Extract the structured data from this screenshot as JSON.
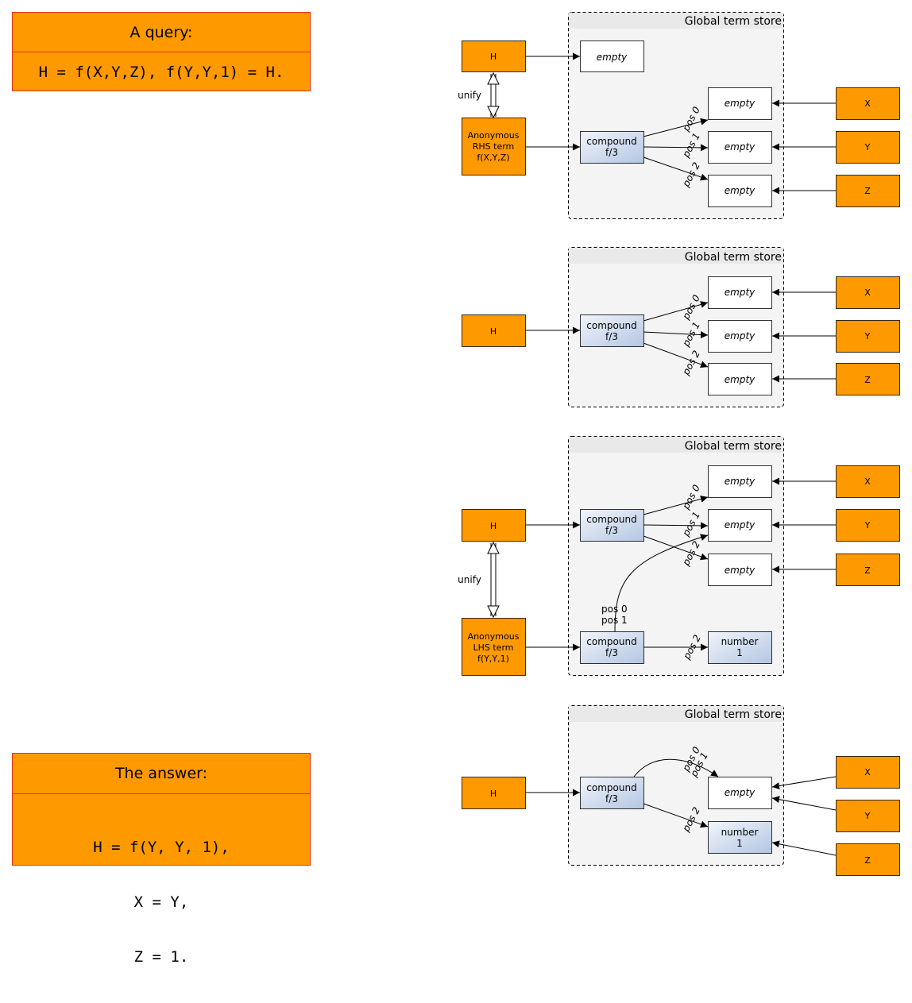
{
  "query_box": {
    "title": "A query:",
    "body": "H = f(X,Y,Z), f(Y,Y,1) = H."
  },
  "answer_box": {
    "title": "The answer:",
    "lines": [
      "H = f(Y, Y, 1),",
      "X = Y,",
      "Z = 1."
    ]
  },
  "store_label": "Global term store",
  "var_labels": {
    "h": "H",
    "x": "X",
    "y": "Y",
    "z": "Z"
  },
  "cell_labels": {
    "empty": "empty",
    "compound": "compound",
    "functor": "f/3",
    "number": "number",
    "one": "1"
  },
  "edge_labels": {
    "pos0": "pos 0",
    "pos1": "pos 1",
    "pos2": "pos 2",
    "unify": "unify"
  },
  "anon_rhs": [
    "Anonymous",
    "RHS term",
    "f(X,Y,Z)"
  ],
  "anon_lhs": [
    "Anonymous",
    "LHS term",
    "f(Y,Y,1)"
  ],
  "colors": {
    "orange": "#ff9900",
    "orange_border": "#e0380b",
    "store_bg": "#f4f4f4",
    "store_header": "#e8e8e8",
    "compound_fill_top": "#f0f4fa",
    "compound_fill_bottom": "#b6c8e4"
  }
}
